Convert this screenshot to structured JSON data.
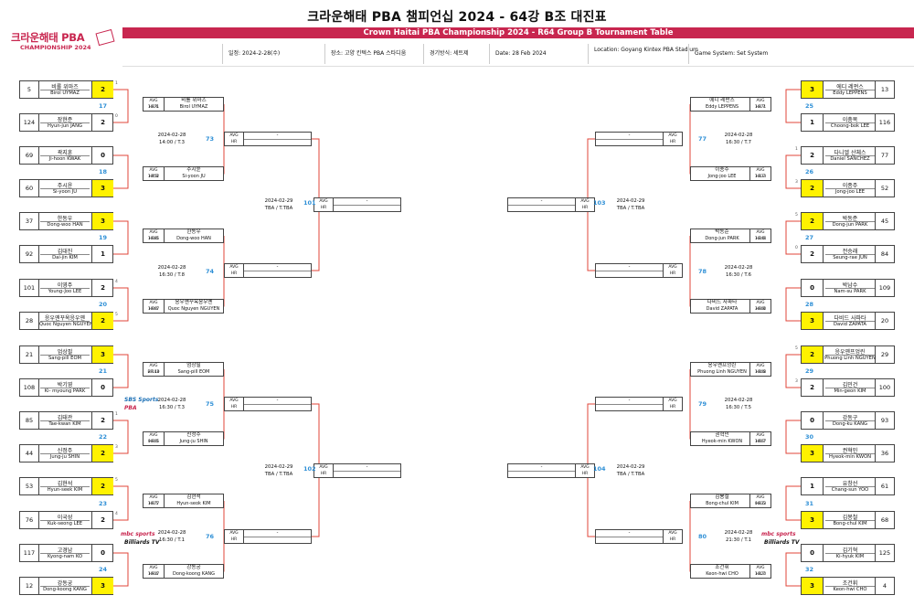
{
  "header": {
    "title": "크라운해태 PBA 챔피언십 2024 - 64강 B조 대진표",
    "band": "Crown Haitai PBA Championship 2024 - R64 Group B Tournament Table",
    "logo_ko": "크라운해태 PBA",
    "logo_sub": "CHAMPIONSHIP 2024",
    "info": {
      "date_ko": "일정: 2024-2-28(수)",
      "venue_ko": "장소: 고양 킨텍스 PBA 스타디움",
      "system_ko": "경기방식: 세트제",
      "date_en": "Date: 28 Feb 2024",
      "location_en": "Location: Goyang Kintex PBA Stadium",
      "system_en": "Game System: Set System"
    }
  },
  "labels": {
    "avg": "AVG",
    "hr": "HR",
    "dash": "-"
  },
  "colors": {
    "brand": "#c8264f",
    "winner": "#fff200",
    "match_number": "#2e8fd6",
    "bracket_line": "#e0453a"
  },
  "left_players": [
    {
      "seed": "5",
      "kr": "비롤 위마즈",
      "en": "Birol UYMAZ",
      "score": "2",
      "win": true,
      "set": "1"
    },
    {
      "seed": "124",
      "kr": "장현준",
      "en": "Hyun-jun JANG",
      "score": "2",
      "win": false,
      "set": "0"
    },
    {
      "seed": "69",
      "kr": "곽지훈",
      "en": "Ji-hoon KWAK",
      "score": "0",
      "win": false,
      "set": ""
    },
    {
      "seed": "60",
      "kr": "주시윤",
      "en": "Si-yoon JU",
      "score": "3",
      "win": true,
      "set": ""
    },
    {
      "seed": "37",
      "kr": "한동우",
      "en": "Dong-woo HAN",
      "score": "3",
      "win": true,
      "set": ""
    },
    {
      "seed": "92",
      "kr": "김대진",
      "en": "Dai-jin KIM",
      "score": "1",
      "win": false,
      "set": ""
    },
    {
      "seed": "101",
      "kr": "이영주",
      "en": "Young-Joo LEE",
      "score": "2",
      "win": false,
      "set": "4"
    },
    {
      "seed": "28",
      "kr": "응우옌꾸옥응우옌",
      "en": "Quoc Nguyen NGUYEN",
      "score": "2",
      "win": true,
      "set": "5"
    },
    {
      "seed": "21",
      "kr": "엄상필",
      "en": "Sang-pill EOM",
      "score": "3",
      "win": true,
      "set": ""
    },
    {
      "seed": "108",
      "kr": "박기영",
      "en": "Ki- myoung PARK",
      "score": "0",
      "win": false,
      "set": ""
    },
    {
      "seed": "85",
      "kr": "김태관",
      "en": "Tae-kwan KIM",
      "score": "2",
      "win": false,
      "set": "1"
    },
    {
      "seed": "44",
      "kr": "신정주",
      "en": "Jung-ju SHIN",
      "score": "2",
      "win": true,
      "set": "3"
    },
    {
      "seed": "53",
      "kr": "김현석",
      "en": "Hyun-seek KIM",
      "score": "2",
      "win": true,
      "set": "5"
    },
    {
      "seed": "76",
      "kr": "이국성",
      "en": "Kuk-seong LEE",
      "score": "2",
      "win": false,
      "set": "4"
    },
    {
      "seed": "117",
      "kr": "고경남",
      "en": "Kyong-nam KO",
      "score": "0",
      "win": false,
      "set": ""
    },
    {
      "seed": "12",
      "kr": "강동궁",
      "en": "Dong-koong KANG",
      "score": "3",
      "win": true,
      "set": ""
    }
  ],
  "right_players": [
    {
      "seed": "13",
      "kr": "에디 레펀스",
      "en": "Eddy LEPPENS",
      "score": "3",
      "win": true,
      "set": ""
    },
    {
      "seed": "116",
      "kr": "이충복",
      "en": "Choong-bok LEE",
      "score": "1",
      "win": false,
      "set": ""
    },
    {
      "seed": "77",
      "kr": "다니엘 산체스",
      "en": "Daniel SANCHEZ",
      "score": "2",
      "win": false,
      "set": "1"
    },
    {
      "seed": "52",
      "kr": "이종주",
      "en": "Jong-joo LEE",
      "score": "2",
      "win": true,
      "set": "3"
    },
    {
      "seed": "45",
      "kr": "박동준",
      "en": "Dong-jun PARK",
      "score": "2",
      "win": true,
      "set": "5"
    },
    {
      "seed": "84",
      "kr": "전승래",
      "en": "Seung-rae JUN",
      "score": "2",
      "win": false,
      "set": "0"
    },
    {
      "seed": "109",
      "kr": "박남수",
      "en": "Nam-su PARK",
      "score": "0",
      "win": false,
      "set": ""
    },
    {
      "seed": "20",
      "kr": "다비드 사파타",
      "en": "David ZAPATA",
      "score": "3",
      "win": true,
      "set": ""
    },
    {
      "seed": "29",
      "kr": "응우옌프엉린",
      "en": "Phuong Linh NGUYEN",
      "score": "2",
      "win": true,
      "set": "5"
    },
    {
      "seed": "100",
      "kr": "김민건",
      "en": "Min-geon KIM",
      "score": "2",
      "win": false,
      "set": "3"
    },
    {
      "seed": "93",
      "kr": "강동구",
      "en": "Dong-ku KANG",
      "score": "0",
      "win": false,
      "set": ""
    },
    {
      "seed": "36",
      "kr": "권혁민",
      "en": "Hyeok-min KWON",
      "score": "3",
      "win": true,
      "set": ""
    },
    {
      "seed": "61",
      "kr": "유창선",
      "en": "Chang-sun YOO",
      "score": "1",
      "win": false,
      "set": ""
    },
    {
      "seed": "68",
      "kr": "김봉철",
      "en": "Bong-chul KIM",
      "score": "3",
      "win": true,
      "set": ""
    },
    {
      "seed": "125",
      "kr": "김기혁",
      "en": "Ki-hyuk KIM",
      "score": "0",
      "win": false,
      "set": ""
    },
    {
      "seed": "4",
      "kr": "조건휘",
      "en": "Keon-hwi CHO",
      "score": "3",
      "win": true,
      "set": ""
    }
  ],
  "left_r1_numbers": [
    "17",
    "18",
    "19",
    "20",
    "21",
    "22",
    "23",
    "24"
  ],
  "right_r1_numbers": [
    "25",
    "26",
    "27",
    "28",
    "29",
    "30",
    "31",
    "32"
  ],
  "left_r2": [
    {
      "kr": "비롤 위마즈",
      "en": "Birol UYMAZ",
      "avg": "AVG 1.871",
      "hr": "HR 6"
    },
    {
      "kr": "주시윤",
      "en": "Si-yoon JU",
      "avg": "AVG 1.452",
      "hr": "HR 8"
    },
    {
      "kr": "한동우",
      "en": "Dong-woo HAN",
      "avg": "AVG 1.085",
      "hr": "HR 6"
    },
    {
      "kr": "응우옌꾸옥응우옌",
      "en": "Quoc Nguyen NGUYEN",
      "avg": "AVG 1.067",
      "hr": "HR 6"
    },
    {
      "kr": "엄상필",
      "en": "Sang-pill EOM",
      "avg": "AVG 2.143",
      "hr": "HR 10"
    },
    {
      "kr": "신정주",
      "en": "Jung-ju SHIN",
      "avg": "AVG 0.805",
      "hr": "HR 6"
    },
    {
      "kr": "김현석",
      "en": "Hyun-seok KIM",
      "avg": "AVG 1.077",
      "hr": "HR 5"
    },
    {
      "kr": "강동궁",
      "en": "Dong-koong KANG",
      "avg": "AVG 1.917",
      "hr": "HR 6"
    }
  ],
  "right_r2": [
    {
      "kr": "에디 레펀스",
      "en": "Eddy LEPPENS",
      "avg": "AVG 1.871",
      "hr": "HR 7"
    },
    {
      "kr": "이종주",
      "en": "Jong-joo LEE",
      "avg": "AVG 1.133",
      "hr": "HR 7"
    },
    {
      "kr": "박동준",
      "en": "Dong-jun PARK",
      "avg": "AVG 1.244",
      "hr": "HR 6"
    },
    {
      "kr": "다비드 사파타",
      "en": "David ZAPATA",
      "avg": "AVG 3.000",
      "hr": "HR 8"
    },
    {
      "kr": "응우옌프엉린",
      "en": "Phuong Linh NGUYEN",
      "avg": "AVG 1.108",
      "hr": "HR 6"
    },
    {
      "kr": "권혁민",
      "en": "Hyeok-min KWON",
      "avg": "AVG 1.607",
      "hr": "HR 7"
    },
    {
      "kr": "김봉철",
      "en": "Bong-chul KIM",
      "avg": "AVG 0.833",
      "hr": "HR 5"
    },
    {
      "kr": "조건휘",
      "en": "Keon-hwi CHO",
      "avg": "AVG 1.120",
      "hr": "HR 7"
    }
  ],
  "left_r2_matches": [
    {
      "num": "73",
      "date": "2024-02-28",
      "time": "14:00 / T.3"
    },
    {
      "num": "74",
      "date": "2024-02-28",
      "time": "16:30 / T.8"
    },
    {
      "num": "75",
      "date": "2024-02-28",
      "time": "16:30 / T.3"
    },
    {
      "num": "76",
      "date": "2024-02-28",
      "time": "16:30 / T.1"
    }
  ],
  "right_r2_matches": [
    {
      "num": "77",
      "date": "2024-02-28",
      "time": "16:30 / T.7"
    },
    {
      "num": "78",
      "date": "2024-02-28",
      "time": "16:30 / T.6"
    },
    {
      "num": "79",
      "date": "2024-02-28",
      "time": "16:30 / T.5"
    },
    {
      "num": "80",
      "date": "2024-02-28",
      "time": "21:30 / T.1"
    }
  ],
  "left_r3_matches": [
    {
      "num": "101",
      "date": "2024-02-29",
      "time": "TBA / T.TBA"
    },
    {
      "num": "102",
      "date": "2024-02-29",
      "time": "TBA / T.TBA"
    }
  ],
  "right_r3_matches": [
    {
      "num": "103",
      "date": "2024-02-29",
      "time": "TBA / T.TBA"
    },
    {
      "num": "104",
      "date": "2024-02-29",
      "time": "TBA / T.TBA"
    }
  ],
  "brands": {
    "sbs": "SBS Sports",
    "pba": "PBA",
    "mbc": "mbc sports",
    "billiards": "Billiards TV"
  }
}
